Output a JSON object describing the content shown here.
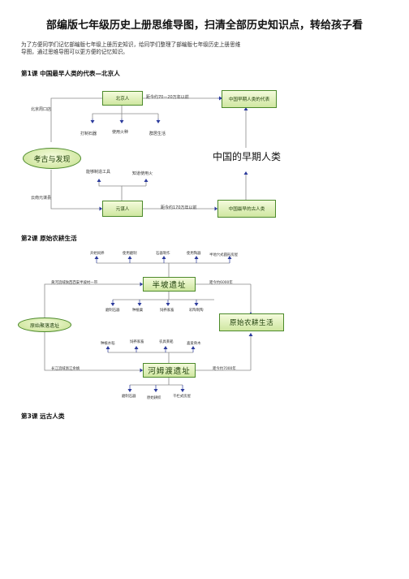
{
  "page": {
    "title": "部编版七年级历史上册思维导图，扫清全部历史知识点，转给孩子看",
    "intro_line1": "为了方便同学们记忆部编版七年级上册历史知识，给同学们整理了部编版七年级历史上册思维",
    "intro_line2": "导图，通过思维导图可以更方便的记忆知识。"
  },
  "lesson1": {
    "heading": "第1课 中国最早人类的代表—北京人",
    "center_oval": "考古与发现",
    "beijing_man": "北京人",
    "beijing_loc": "北京周口店",
    "beijing_time": "距今约70—20万年以前",
    "beijing_rep": "中国早期人类的代表",
    "beijing_traits": [
      "打制石器",
      "使用火种",
      "群居生活"
    ],
    "yuanmou_loc": "云南元谋县",
    "yuanmou_man": "元谋人",
    "yuanmou_traits": [
      "能够制造工具",
      "知道使用火"
    ],
    "yuanmou_time": "距今约170万年以前",
    "yuanmou_rep": "中国最早的古人类",
    "right_label": "中国的早期人类"
  },
  "lesson2": {
    "heading": "第2课 原始农耕生活",
    "banpo": "半坡遗址",
    "banpo_top": [
      "开始饲养",
      "使用磨制",
      "石器制作",
      "使用陶器",
      "半地穴式圆形房屋"
    ],
    "banpo_left_label": "黄河流域陕西西安半坡村一带",
    "banpo_time": "距今约6000年",
    "banpo_bottom": [
      "磨制石器",
      "种植粟",
      "饲养家畜",
      "彩陶制陶"
    ],
    "left_oval": "原始聚落遗址",
    "right_box": "原始农耕生活",
    "hemudu_top": [
      "种植水稻",
      "饲养家畜",
      "农具耒耜",
      "喜爱骨木"
    ],
    "hemudu_left_label": "长江流域浙江余姚",
    "hemudu": "河姆渡遗址",
    "hemudu_time": "距今约7000年",
    "hemudu_bottom": [
      "磨制石器",
      "原始耕织",
      "干栏式房屋"
    ]
  },
  "lesson3": {
    "heading": "第3课 远古人类"
  },
  "colors": {
    "box_border": "#4c8a2a",
    "box_fill": "#cfe7a0",
    "blue_arrow": "#2b3a9c"
  }
}
